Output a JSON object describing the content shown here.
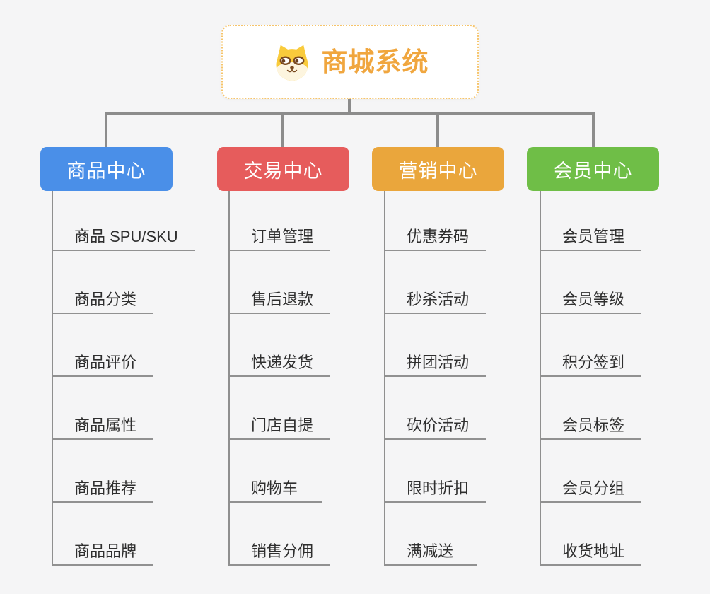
{
  "page": {
    "background_color": "#f5f5f6",
    "connector_color": "#8c8c8c"
  },
  "root": {
    "title": "商城系统",
    "icon": "dog-face-icon",
    "text_color": "#f0a63e",
    "border_color": "#f6c46b"
  },
  "branches": [
    {
      "label": "商品中心",
      "color": "#4a8fe8",
      "items": [
        "商品 SPU/SKU",
        "商品分类",
        "商品评价",
        "商品属性",
        "商品推荐",
        "商品品牌"
      ]
    },
    {
      "label": "交易中心",
      "color": "#e65c5c",
      "items": [
        "订单管理",
        "售后退款",
        "快递发货",
        "门店自提",
        "购物车",
        "销售分佣"
      ]
    },
    {
      "label": "营销中心",
      "color": "#eaa63c",
      "items": [
        "优惠券码",
        "秒杀活动",
        "拼团活动",
        "砍价活动",
        "限时折扣",
        "满减送"
      ]
    },
    {
      "label": "会员中心",
      "color": "#6fbe47",
      "items": [
        "会员管理",
        "会员等级",
        "积分签到",
        "会员标签",
        "会员分组",
        "收货地址"
      ]
    }
  ]
}
